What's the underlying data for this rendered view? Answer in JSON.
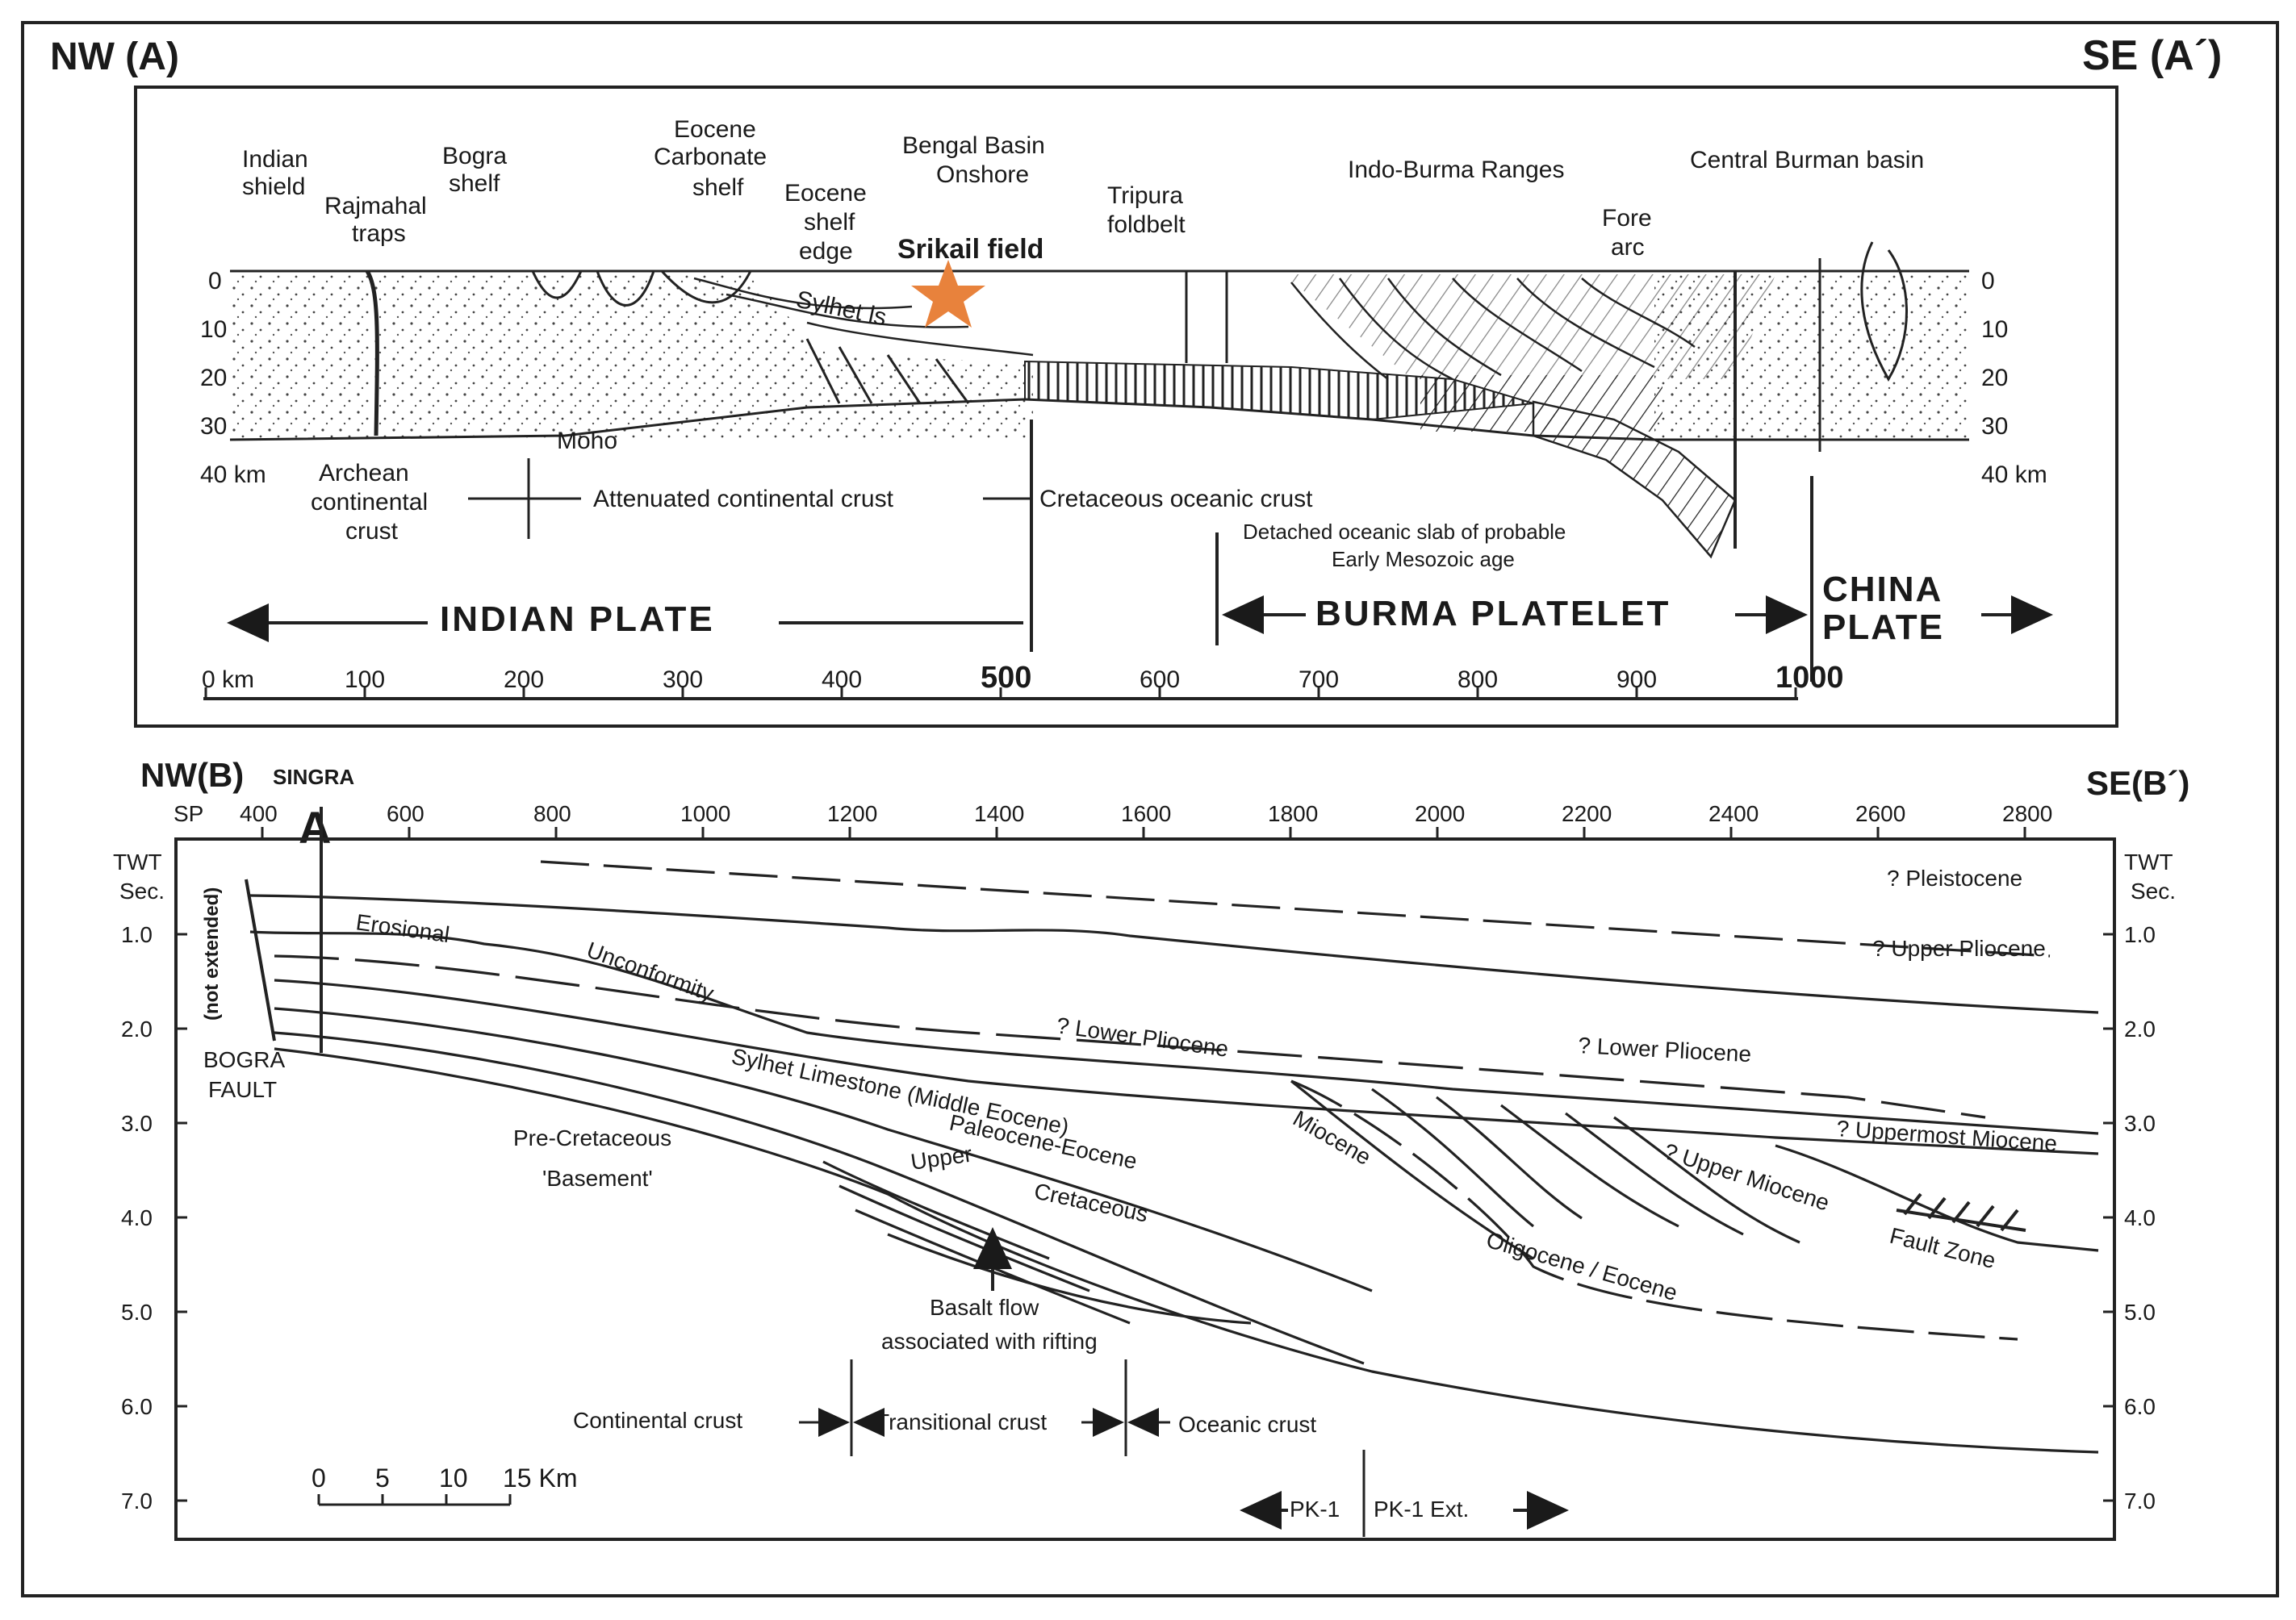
{
  "top": {
    "left_label": "NW (A)",
    "right_label": "SE (A´)",
    "features": {
      "indian_shield": [
        "Indian",
        "shield"
      ],
      "rajmahal_traps": [
        "Rajmahal",
        "traps"
      ],
      "bogra_shelf": [
        "Bogra",
        "shelf"
      ],
      "eocene_carbonate_shelf": [
        "Eocene",
        "Carbonate",
        "shelf"
      ],
      "eocene_shelf_edge": [
        "Eocene",
        "shelf",
        "edge"
      ],
      "bengal_basin_onshore": [
        "Bengal Basin",
        "Onshore"
      ],
      "srikail_field": "Srikail field",
      "tripura_foldbelt": [
        "Tripura",
        "foldbelt"
      ],
      "indo_burma_ranges": "Indo-Burma Ranges",
      "central_burman_basin": "Central Burman basin",
      "fore_arc": [
        "Fore",
        "arc"
      ],
      "sylhet_ls": "Sylhet ls",
      "moho": "Moho"
    },
    "depth_ticks_left": [
      "0",
      "10",
      "20",
      "30",
      "40 km"
    ],
    "depth_ticks_right": [
      "0",
      "10",
      "20",
      "30",
      "40 km"
    ],
    "crust_labels": {
      "archean": [
        "Archean",
        "continental",
        "crust"
      ],
      "attenuated": "Attenuated continental crust",
      "cretaceous": "Cretaceous oceanic crust",
      "detached_slab": [
        "Detached oceanic slab of probable",
        "Early Mesozoic age"
      ]
    },
    "plates": {
      "indian": "INDIAN PLATE",
      "burma": "BURMA PLATELET",
      "china": [
        "CHINA",
        "PLATE"
      ]
    },
    "scale_ticks": [
      "0 km",
      "100",
      "200",
      "300",
      "400",
      "500",
      "600",
      "700",
      "800",
      "900",
      "1000"
    ]
  },
  "bottom": {
    "left_label": "NW(B)",
    "singra_label": "SINGRA",
    "right_label": "SE(B´)",
    "marker_a": "A",
    "sp_label": "SP",
    "sp_ticks": [
      "400",
      "600",
      "800",
      "1000",
      "1200",
      "1400",
      "1600",
      "1800",
      "2000",
      "2200",
      "2400",
      "2600",
      "2800"
    ],
    "twt_header": [
      "TWT",
      "Sec."
    ],
    "twt_ticks": [
      "1.0",
      "2.0",
      "3.0",
      "4.0",
      "5.0",
      "6.0",
      "7.0"
    ],
    "fault": [
      "BOGRA",
      "FAULT"
    ],
    "not_extended": "(not extended)",
    "horizons": {
      "pleistocene": "? Pleistocene",
      "upper_pliocene": "? Upper Pliocene",
      "erosional": "Erosional",
      "unconformity": "Unconformity",
      "lower_pliocene_1": "? Lower Pliocene",
      "lower_pliocene_2": "? Lower Pliocene",
      "sylhet_limestone": "Sylhet Limestone (Middle Eocene)",
      "miocene": "Miocene",
      "uppermost_miocene": "? Uppermost Miocene",
      "upper_miocene": "? Upper Miocene",
      "fault_zone": "Fault Zone",
      "paleocene_eocene": "Paleocene-Eocene",
      "upper_cretaceous": [
        "Upper",
        "Cretaceous"
      ],
      "oligocene_eocene": "Oligocene / Eocene",
      "pre_cretaceous": [
        "Pre-Cretaceous",
        "'Basement'"
      ],
      "basalt": [
        "Basalt flow",
        "associated with rifting"
      ]
    },
    "crust_types": {
      "continental": "Continental crust",
      "transitional": "Transitional crust",
      "oceanic": "Oceanic crust"
    },
    "scale_ticks": [
      "0",
      "5",
      "10",
      "15 Km"
    ],
    "survey": {
      "pk1": "PK-1",
      "pk1_ext": "PK-1 Ext."
    }
  },
  "colors": {
    "line": "#1a1a1a",
    "star": "#e8823c",
    "background": "#ffffff"
  }
}
